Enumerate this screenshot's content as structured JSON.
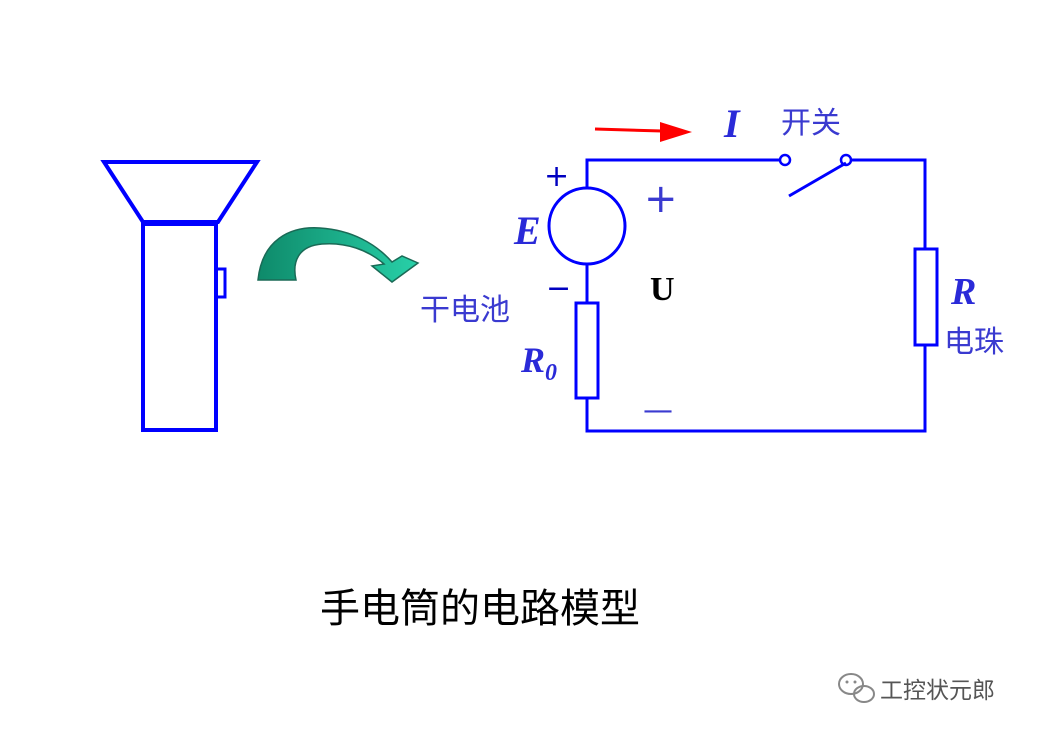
{
  "labels": {
    "current": "I",
    "switch": "开关",
    "emf": "E",
    "battery": "干电池",
    "voltage": "U",
    "internal_resistance_main": "R",
    "internal_resistance_sub": "0",
    "load": "R",
    "bulb": "电珠",
    "plus_source": "+",
    "minus_source": "−",
    "plus_terminal": "+",
    "minus_terminal": "—"
  },
  "title": "手电筒的电路模型",
  "watermark": "工控状元郎",
  "colors": {
    "wire": "#0000ff",
    "arrow": "#ff0000",
    "curved_arrow": "#20a080"
  }
}
